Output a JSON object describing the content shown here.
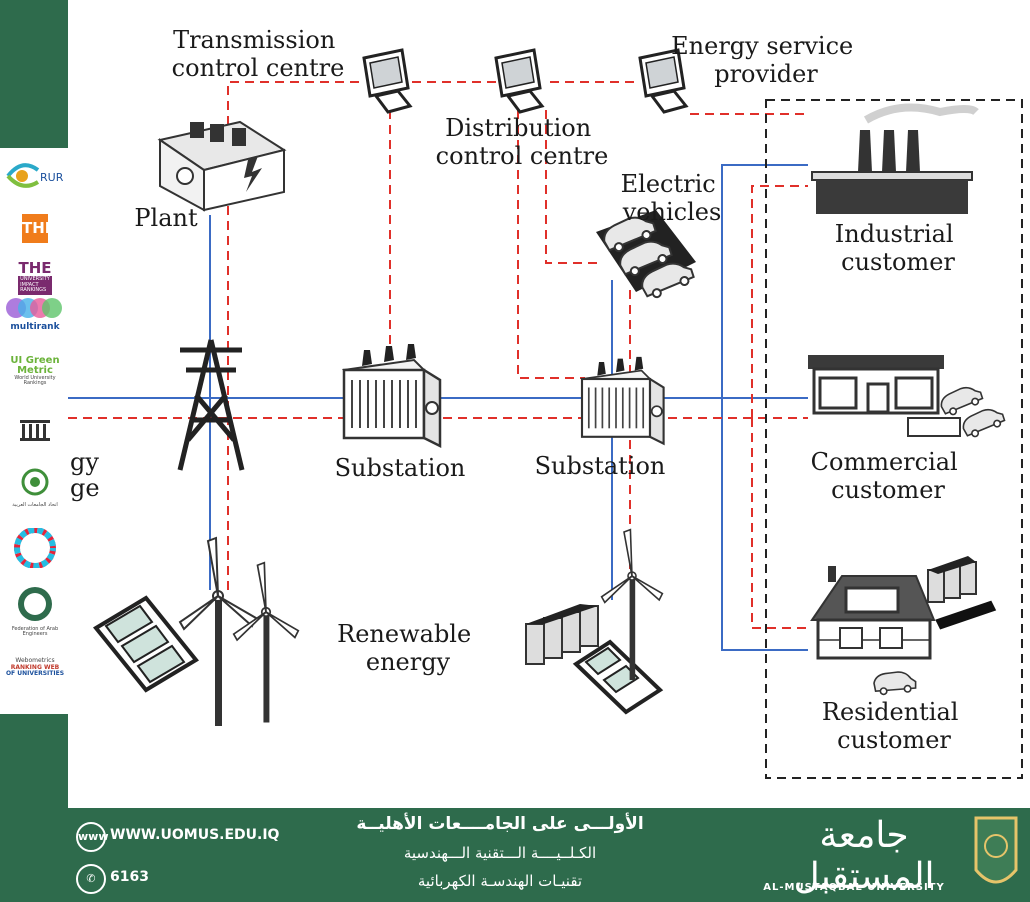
{
  "diagram": {
    "labels": {
      "transmission_control": [
        "Transmission",
        "control centre"
      ],
      "energy_service": [
        "Energy service",
        "provider"
      ],
      "distribution_control": [
        "Distribution",
        "control centre"
      ],
      "plant": "Plant",
      "electric_vehicles": [
        "Electric",
        "vehicles"
      ],
      "industrial": [
        "Industrial",
        "customer"
      ],
      "substation_1": "Substation",
      "substation_2": "Substation",
      "commercial": [
        "Commercial",
        "customer"
      ],
      "renewable": [
        "Renewable",
        "energy"
      ],
      "residential": [
        "Residential",
        "customer"
      ],
      "cut_off_fragment": [
        "gy",
        "ge"
      ]
    },
    "colors": {
      "power_line": "#3b6bc4",
      "comm_line": "#e0302a",
      "equipment": "#3a3a3a",
      "band": "#2e6b4c"
    }
  },
  "rankings": {
    "rur": "RUR",
    "the": "THE",
    "the_impact": "THE",
    "the_impact_sub": [
      "UNIVERSITY",
      "IMPACT",
      "RANKINGS"
    ],
    "multirank": "multirank",
    "greenmetric": [
      "UI",
      "Green",
      "Metric"
    ],
    "greenmetric_sub": "World University Rankings",
    "arab_union_sub": "اتحاد الجامعات العربية",
    "engineers_sub": "Federation of Arab Engineers",
    "webometrics": [
      "Webometrics",
      "RANKING WEB",
      "OF UNIVERSITIES"
    ]
  },
  "footer": {
    "website": "WWW.UOMUS.EDU.IQ",
    "phone": "6163",
    "website_icon": "www",
    "arabic_lines": [
      "الأولـــى على الجامــــعات الأهليــة",
      "الكـلــيــــة الـــتقنية الـــهندسية",
      "تقنيـات الهندسـة الكهربائية"
    ],
    "university_ar": "جامعة المستقبل",
    "university_en": "AL-MUSTAQBAL UNIVERSITY"
  }
}
